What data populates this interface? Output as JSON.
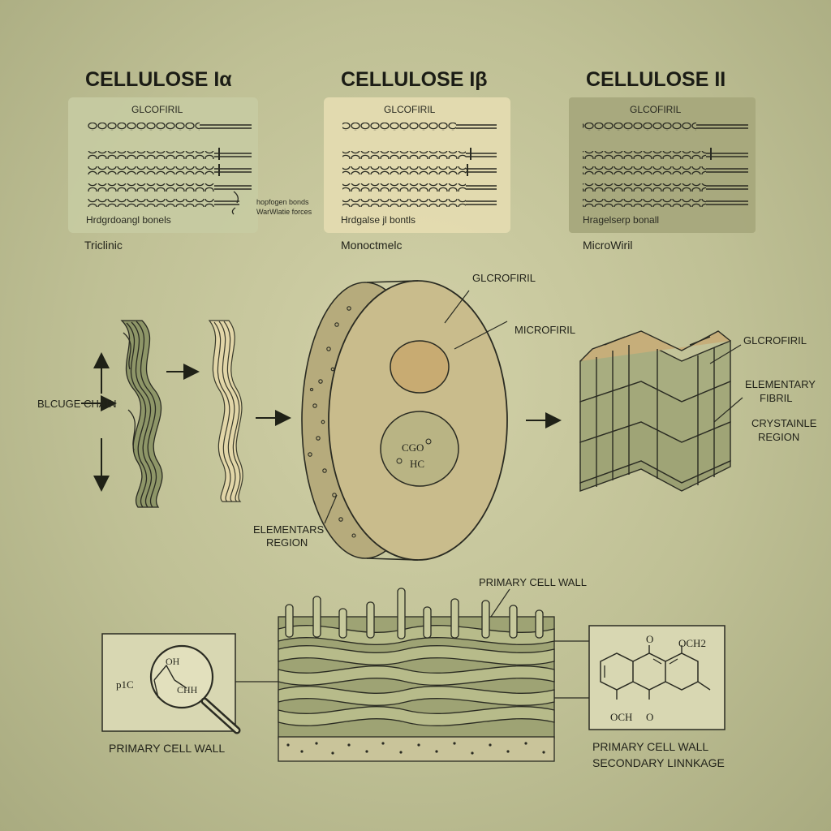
{
  "panels": [
    {
      "title": "CELLULOSE Iα",
      "box_label": "GLCOFIRIL",
      "side_note_1": "hopfogen bonds",
      "side_note_2": "WarWlatie forces",
      "bond_label": "Hrdgrdoangl bonels",
      "system": "Triclinic",
      "fill": "#c6cba2"
    },
    {
      "title": "CELLULOSE Iβ",
      "box_label": "GLCOFIRIL",
      "side_note_1": "",
      "side_note_2": "",
      "bond_label": "Hrdgalse jl bontls",
      "system": "Monoctmelc",
      "fill": "#e4dbb0"
    },
    {
      "title": "CELLULOSE II",
      "box_label": "GLCOFIRIL",
      "side_note_1": "",
      "side_note_2": "",
      "bond_label": "Hragelserp bonall",
      "system": "MicroWiril",
      "fill": "#a6a87c"
    }
  ],
  "middle": {
    "chain_label": "BLCUGE CHAIN",
    "glcrofiril_top": "GLCROFIRIL",
    "microfiril": "MICROFIRIL",
    "center_text_1": "CGO",
    "center_text_2": "HC",
    "elementars_1": "ELEMENTARS",
    "elementars_2": "REGION",
    "right_glcrofiril": "GLCROFIRIL",
    "elementary_1": "ELEMENTARY",
    "elementary_2": "FIBRIL",
    "crystalline_1": "CRYSTAINLE",
    "crystalline_2": "REGION"
  },
  "bottom": {
    "wall_top_label": "PRIMARY CELL WALL",
    "left_caption": "PRIMARY CELL WALL",
    "left_formula_p1c": "p1C",
    "left_formula_oh": "OH",
    "left_formula_chh": "CHH",
    "right_caption_1": "PRIMARY CELL WALL",
    "right_caption_2": "SECONDARY LINNKAGE",
    "right_o1": "O",
    "right_och2": "OCH2",
    "right_och": "OCH",
    "right_o2": "O"
  },
  "colors": {
    "background": "#c4c59b",
    "ink": "#2a2b22",
    "fibril_dark": "#8e9668",
    "fibril_light": "#e2d6a8",
    "disc": "#c9bc8c",
    "block": "#a8ad80"
  }
}
